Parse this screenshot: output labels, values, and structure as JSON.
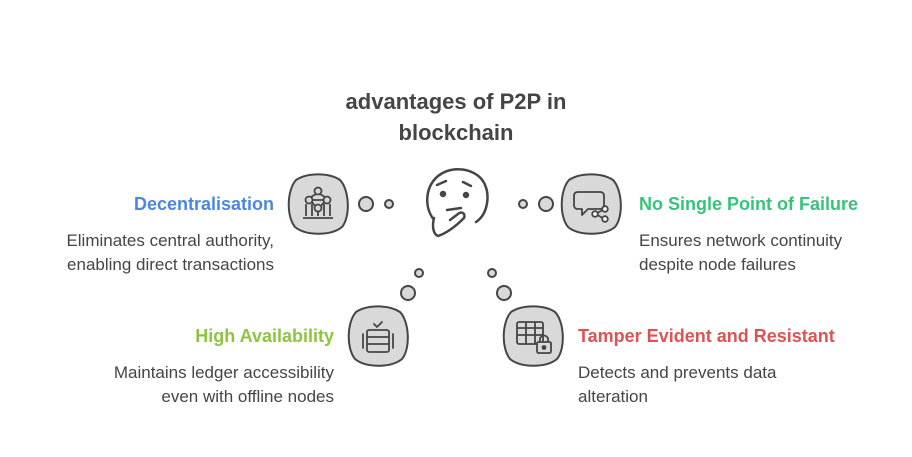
{
  "title_line1": "advantages of P2P in",
  "title_line2": "blockchain",
  "items": [
    {
      "heading": "Decentralisation",
      "desc1": "Eliminates central authority,",
      "desc2": "enabling direct transactions",
      "color": "#4a86e8"
    },
    {
      "heading": "No Single Point of Failure",
      "desc1": "Ensures network continuity",
      "desc2": "despite node failures",
      "color": "#34c47a"
    },
    {
      "heading": "High Availability",
      "desc1": "Maintains ledger accessibility",
      "desc2": "even with offline nodes",
      "color": "#8cc63f"
    },
    {
      "heading": "Tamper Evident and Resistant",
      "desc1": "Detects and prevents data",
      "desc2": "alteration",
      "color": "#e05252"
    }
  ],
  "icons": {
    "center": "thinking-face-icon",
    "top_left": "network-nodes-icon",
    "top_right": "chat-share-icon",
    "bottom_left": "database-check-icon",
    "bottom_right": "locked-table-icon"
  }
}
